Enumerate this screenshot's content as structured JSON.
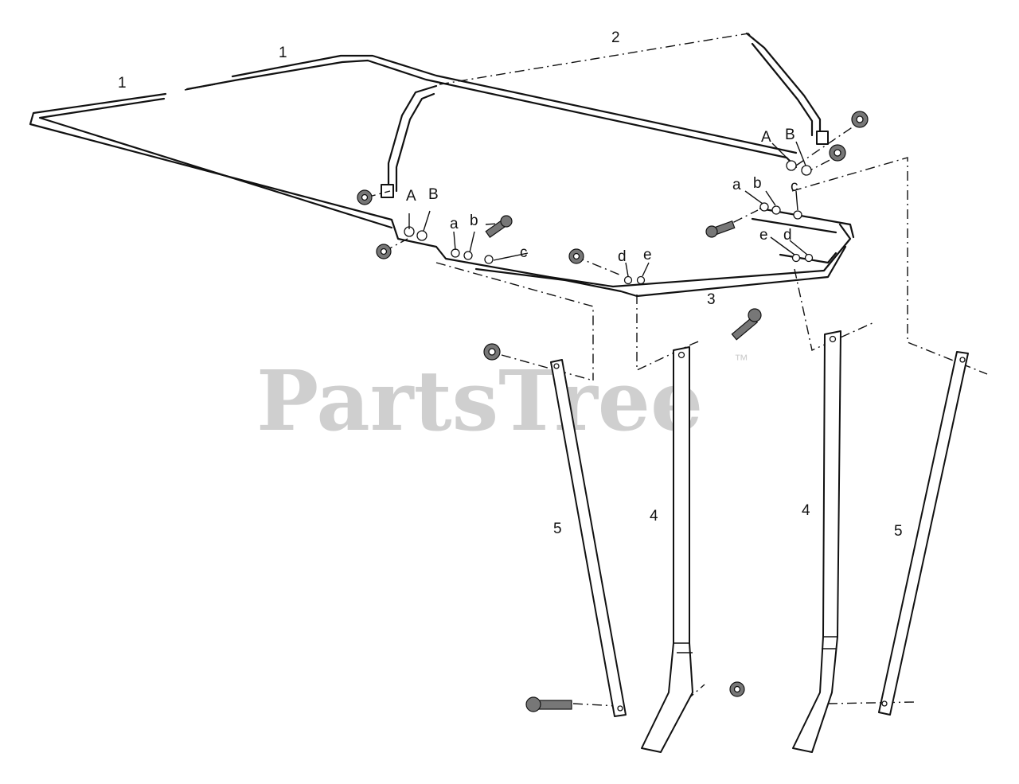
{
  "watermark": {
    "text": "PartsTree",
    "trademark": "™"
  },
  "callouts": {
    "part1a": "1",
    "part1b": "1",
    "part2": "2",
    "part3": "3",
    "part4a": "4",
    "part4b": "4",
    "part5a": "5",
    "part5b": "5"
  },
  "holes_left": {
    "A": "A",
    "B": "B",
    "a": "a",
    "b": "b",
    "c": "c"
  },
  "holes_center": {
    "d": "d",
    "e": "e"
  },
  "holes_right": {
    "A": "A",
    "B": "B",
    "a": "a",
    "b": "b",
    "c": "c",
    "d": "d",
    "e": "e"
  }
}
